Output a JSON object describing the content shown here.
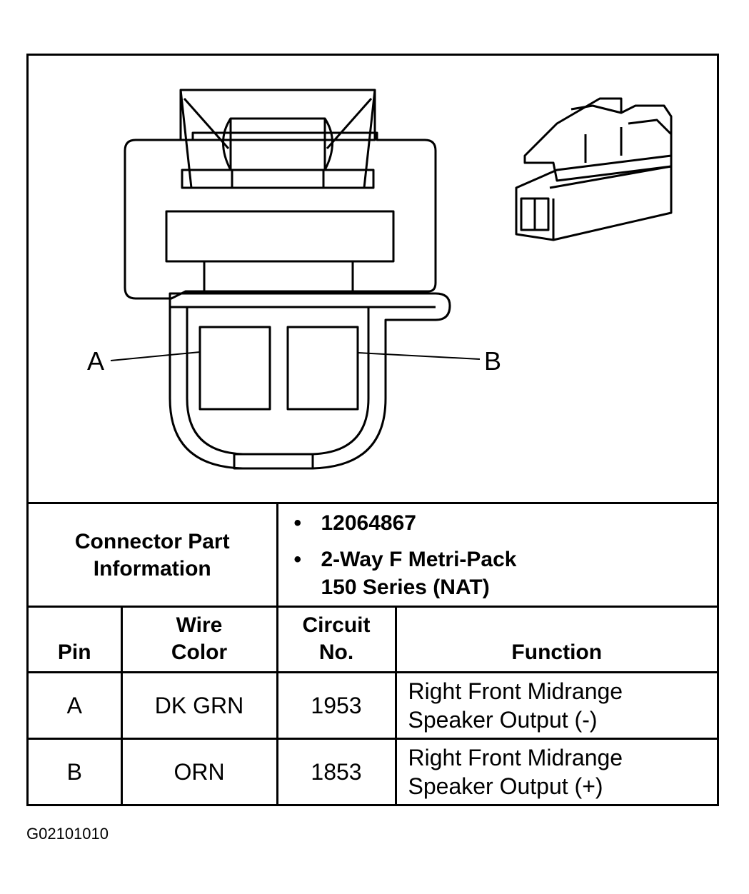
{
  "diagram": {
    "pin_label_a": "A",
    "pin_label_b": "B"
  },
  "connector_part_info": {
    "label_line1": "Connector Part",
    "label_line2": "Information",
    "items": [
      {
        "bullet": "•",
        "line1": "12064867",
        "line2": ""
      },
      {
        "bullet": "•",
        "line1": "2-Way F Metri-Pack",
        "line2": "150 Series (NAT)"
      }
    ]
  },
  "pin_table": {
    "headers": {
      "pin": "Pin",
      "wire_color_line1": "Wire",
      "wire_color_line2": "Color",
      "circuit_line1": "Circuit",
      "circuit_line2": "No.",
      "function": "Function"
    },
    "rows": [
      {
        "pin": "A",
        "wire_color": "DK GRN",
        "circuit": "1953",
        "function_line1": "Right Front Midrange",
        "function_line2": "Speaker Output (-)"
      },
      {
        "pin": "B",
        "wire_color": "ORN",
        "circuit": "1853",
        "function_line1": "Right Front Midrange",
        "function_line2": "Speaker Output (+)"
      }
    ]
  },
  "figure_id": "G02101010"
}
